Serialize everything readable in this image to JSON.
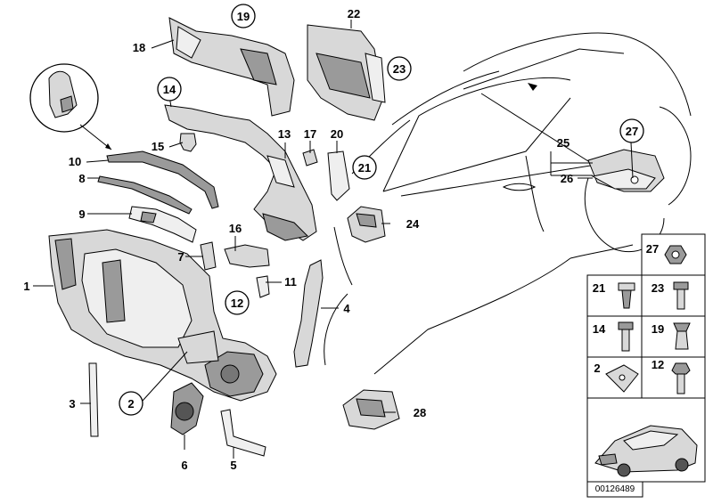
{
  "diagram": {
    "reference_number": "00126489",
    "labels": {
      "n1": "1",
      "n2": "2",
      "n3": "3",
      "n4": "4",
      "n5": "5",
      "n6": "6",
      "n7": "7",
      "n8": "8",
      "n9": "9",
      "n10": "10",
      "n11": "11",
      "n12": "12",
      "n13": "13",
      "n14": "14",
      "n15": "15",
      "n16": "16",
      "n17": "17",
      "n18": "18",
      "n19": "19",
      "n20": "20",
      "n21": "21",
      "n22": "22",
      "n23": "23",
      "n24": "24",
      "n25": "25",
      "n26": "26",
      "n27": "27",
      "n28": "28"
    },
    "fastener_table": {
      "c27": "27",
      "c21": "21",
      "c23": "23",
      "c14": "14",
      "c19": "19",
      "c2": "2",
      "c12": "12"
    }
  }
}
